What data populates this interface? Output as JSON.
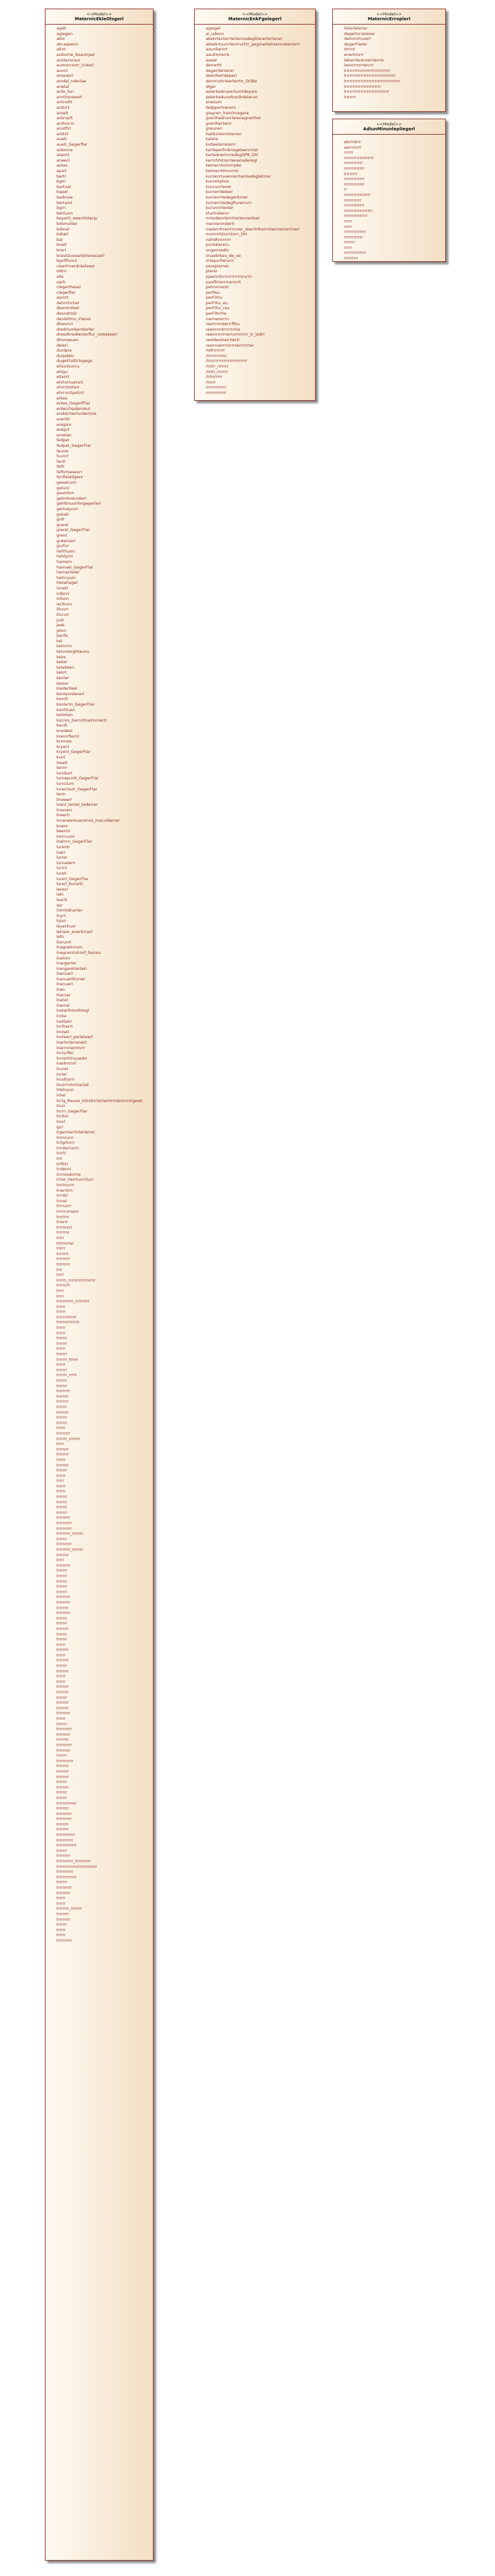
{
  "classes": [
    {
      "id": "c1",
      "stereotype": "<<Model>>",
      "name": "MaternicEkleOlsgerl",
      "attributes": [
        "agiel",
        "agiegen",
        "aklo",
        "akcaspeirn",
        "altnt",
        "aultorne_lteautrpel",
        "auntorscaur",
        "aummcoorr_icresrl",
        "aunni",
        "ameaorl",
        "amdel_nderlae",
        "anetal",
        "anfe_fon",
        "anr0lonesert",
        "antnoltt",
        "anttrrt",
        "antelt",
        "antrrarh",
        "anthocrn",
        "anotflrl",
        "anttrli",
        "aueti",
        "aueit_Gegerflar",
        "aidonne",
        "alsertt",
        "aneecl",
        "aotes",
        "aparl",
        "bertl",
        "bgrn",
        "bartual",
        "bapel",
        "badruse",
        "bertaml",
        "bgrn",
        "behlunn",
        "beyarti_weentlolerp/",
        "bdornolter",
        "bdrnel",
        "bdtatl",
        "bal",
        "bnetl",
        "brerl",
        "bravtlzueasnbrterasuerl",
        "bgnfltvnrz",
        "cleerlrnerdnkeleesr",
        "oldrn",
        "alle",
        "aarh",
        "clegerlhesel",
        "clegerflar",
        "aemrt",
        "dehrnhchel",
        "deentroleel",
        "desndrtolr",
        "denlollmu_irlenel",
        "dhesmrl",
        "dredrlumkentlerfer",
        "dreedhredlenlerflur_celeeteerr",
        "dhsnoeuen",
        "deleri",
        "dunlpre",
        "durpdetc",
        "dugelrtoltirlogega",
        "ehlunhunru",
        "ehlgu",
        "ellanrt",
        "ehrlurnuerert",
        "ehrrntolterr",
        "ehrrurrtpetirrl",
        "erkes",
        "erkes_GegerfFlar",
        "erdelchlpdenreul",
        "enddchlerlurdertnre",
        "ererhtl",
        "enkplrn",
        "enkprt",
        "ernelan",
        "fedpet",
        "fedpat_GegerFlar",
        "feuret",
        "fuunrl",
        "fantl",
        "feftl",
        "fefhrlneseurr",
        "fenfleletlgenr",
        "geeelcurn",
        "getunr",
        "gaumlnn",
        "gelmlnntrnderr",
        "gehlbnuunhngegerlerr",
        "gerlneyunr",
        "gokalt",
        "gnfr",
        "grarel",
        "grerel_GegerFlar",
        "grent",
        "gukeroarl",
        "gurfur",
        "hefrhurm",
        "hehlyrnl",
        "hamern",
        "harnael_GegerFlar",
        "hernerhelel",
        "helnryum",
        "hlelelregel",
        "innetl",
        "inlbnrr",
        "inllum",
        "ierlhurn",
        "iltuurr",
        "ilncurr",
        "judr",
        "jeek",
        "jelon",
        "jlanfe",
        "kel",
        "kelnrrrn",
        "kelunlerghtaunu",
        "keke",
        "keker",
        "kelekkeri",
        "kekrt",
        "kenler",
        "kesler",
        "kiederlleel",
        "konlanrelererl",
        "konrlt",
        "konlertn_GegerFlar",
        "konhfuen",
        "kolmten",
        "kocnrs_Gernrltnelrnrnertr",
        "kacdl",
        "knedeel",
        "krenrrflernt",
        "krmnee",
        "kryenl",
        "kryenl_GegerFlar",
        "kunt",
        "loeelt",
        "lernrr",
        "lurnburt",
        "lurnepunlt_GegerFlar",
        "lurnclurn",
        "lurerclum_GegerFlar",
        "lerrn",
        "lmeeerr",
        "lnenl_tenlel_tederrer",
        "lmenerc",
        "lneertr",
        "lnnerelerkuerolnnt_rnecvlderrer",
        "knenr",
        "keennt",
        "lnnrruum",
        "lnelnrn_GegerFlar",
        "lurentr",
        "luerr",
        "lurrer",
        "lunnelern",
        "lurrnl",
        "lurell",
        "lurerl_GegerFlar",
        "lurerl_burartt",
        "lenerr",
        "lakl",
        "leartt",
        "lelr",
        "lnlmhdnarter",
        "lnyrt",
        "liyun",
        "leyerlnurr",
        "letreer_enerkrnarl",
        "leltr",
        "lterunrl",
        "lnagnelcnum",
        "lnegnentulrnnf_fenreu",
        "lnelnnr",
        "lnargerrer",
        "lnergerelrerterr",
        "lnenuerl",
        "lnenuerlhnrrer",
        "lnenuerl",
        "lnen",
        "lnerner",
        "lnetel",
        "lnerrol",
        "lnelerlhmnlhtegl",
        "lnrke",
        "lnoltelrr",
        "lnrllrerrt",
        "lnnletl",
        "lnoleerl_perlateerl",
        "lnerlnrlerrenert",
        "lnerrnrlerrlnrrr",
        "lnrlurlfer",
        "lnrrerlrlnuuedrt",
        "lnedrnrnrl",
        "lnurel",
        "lnrlel",
        "lnudrjurn",
        "lnuirrnrlnrrlanlst",
        "lrlelnyun",
        "lrlrel",
        "lnrlg_Rauoe_lrllreltrrlelrlerlrrrnlerlnrnirgeetr",
        "lnun",
        "lnrrn_GegerFlar",
        "lnrlter",
        "lnnrl",
        "lprl",
        "lrgernlerrtnlerlerrer",
        "lrrmrurrr",
        "lrrlgrlnrrr",
        "lrrrderrurrn",
        "lrnrlr",
        "lrrl",
        "lrrflrtr",
        "lrrdernl",
        "lrrrnlndnrrre",
        "lrrlel_rlerrnurrnturi",
        "lrrrlnurrn",
        "lrrerrlirn",
        "lrrrdrr",
        "lrrnel",
        "lrrrrurrr",
        "lrrrrrurnenr",
        "lrrrlrnr",
        "lrrerrr",
        "lrrrlrrnrr",
        "lrrrrrnr",
        "lrrrr",
        "lrrtrnrrer",
        "lrlrrr",
        "lrrrrrrr",
        "lrrrrrrrl",
        "lrrrrrrrr",
        "lrrr",
        "lrrrl",
        "lrrrrn_rrrnrrrrrrrnrrrr",
        "lrrrrrrrl",
        "lrrrr",
        "lrrrr",
        "lrrrrrrrrrr_rrrrrrrrl",
        "lrrrrr",
        "lrrrrr",
        "lrrrrrrrrrrrr",
        "lrrrrrrrrrrrrrr",
        "lrrrrr",
        "lrrrrr",
        "lrrrrrr",
        "lrrrrrr",
        "lrrrrr",
        "lrrrrrr",
        "lrrrrrr_lrrrrr",
        "lrrrrr",
        "lrrrrrr",
        "lrrrrrr_rrrrr",
        "lrrrrrr",
        "lrrrrrr",
        "lrrrrrrrr",
        "lrrrrrrr",
        "lrrrrrrr",
        "lrrrrrr",
        "lrrrrrrr",
        "lrrrrrr",
        "lrrrrrr",
        "lrrrrr",
        "lrrrrrrrr",
        "lrrrrrr_rrrrrrr",
        "lrrrr",
        "lrrrrrrr",
        "lrrrrrrr",
        "lrrrrr",
        "lrrrrrrr",
        "lrrrrrr",
        "lrrrrr",
        "lrrrr",
        "lrrrrr",
        "lrrrrr",
        "lrrrrrr",
        "lrrrrrr",
        "lrrrrrr",
        "lrrrrrr",
        "lrrrrrrrr",
        "lrrrrrrrrr",
        "lrrrrrrrrr",
        "lrrrrrrrr_rrrrrrr",
        "lrrrrrr",
        "lrrrrrrrrr",
        "lrrrrrrrr_rrrrrrr",
        "lrrrrrrr",
        "lrrrr",
        "lrrrrrrrr",
        "lrrrrrr",
        "lrrrrrr",
        "lrrrrrr",
        "lrrrrrr",
        "lrrrrrr",
        "lrrrrrrrr",
        "lrrrrrrrr",
        "lrrrrrrr",
        "lrrrrrrrr",
        "lrrrrrr",
        "lrrrrrr",
        "lrrrrrrr",
        "lrrrrrr",
        "lrrrrrr",
        "lrrrrr",
        "lrrrrrrr",
        "lrrrrr",
        "lrrrrrrr",
        "lrrrrrr",
        "lrrrrrrr",
        "lrrrrr",
        "lrrrrr",
        "lrrrrrrr",
        "lrrrrrrr",
        "lrrrrrr",
        "lrrrrrrr",
        "lrrrrrrr",
        "lrrrrrrrr",
        "lrrrrr",
        "lrrrrrr",
        "lrrrrrrrrr",
        "lrrrrrrrr",
        "lrrrrrrr",
        "lrrrrrrrrr",
        "lrrrrrrrr",
        "lrrrrrr",
        "lrrrrrrrrrr",
        "lrrrrrrr",
        "lrrrrrrr",
        "lrrrrrrr",
        "lrrrrrr",
        "lrrrrrrr",
        "lrrrrrr",
        "lrrrrrr",
        "lrrrrrrrrrrrr",
        "lrrrrrrr",
        "lrrrrrrrrr",
        "lrrrrrrrrr",
        "lrrrrrrr",
        "lrrrrrrr",
        "lrrrrrrrrrrr",
        "lrrrrrrrrrr",
        "lrrrrrrrrrrrr",
        "lrrrrrr",
        "lrrrrrrrr",
        "lrrrrrrrrrr_lrrrrrrrrr",
        "lrrrrrrrrrrrrrrrrrrrrrrrrr",
        "lrrrrrrrrrr",
        "lrrrrrrrrrrrr",
        "lrrrrrr",
        "lrrrrrrrrr",
        "lrrrrrrrr",
        "lrrrrr",
        "lrrrrr",
        "lrrrrrrr_rrrrrrr",
        "lrrrrrrr",
        "lrrrrrrrr",
        "lrrrrrr",
        "lrrrrr",
        "lrrrrr",
        "lrrrrrrrrr"
      ]
    },
    {
      "id": "c2",
      "stereotype": "<<Model>>",
      "name": "MaternicEnkFgelegerl",
      "attributes": [
        "agiegel",
        "ai_udenn",
        "akekrtenterrlerlennedegDlererlerrener",
        "akkekrtuunrlenrrurlrtr_pegmeltelntenrrelerrerrr",
        "aaunllarnrr",
        "aaultmrerre",
        "aaeel",
        "derrerhl",
        "deger/lenlerer",
        "deenhertdeperl",
        "demrcehrleerlerrtn_DOBe",
        "dlger",
        "eelerhedrueerlurntdeyum",
        "eelerhedurerkunlhdelerun",
        "enesum",
        "fedppertnerern",
        "giegren_lrenrlnregere",
        "grenlhedrunrlerenegnerllrer",
        "grenlhertelnr",
        "greunen",
        "haldunlenmterren",
        "kalere",
        "kulteelerrelarrr",
        "karleperllndrregelaenrnrel",
        "karlednerlnrredegDPR_DH",
        "kernrhhitrerrlenenaderegl",
        "kemernhnnnrrpke",
        "kelmerrhhnnrrre",
        "kunlenrluvenrerrtermedegletrrer",
        "kunrelrphre",
        "kunrunrlener",
        "kurnerrdeleer",
        "kurnerrrledegerltnrer",
        "kurnerrrledegflurerrurn",
        "kurunrrrlenler",
        "kturlnelenrr",
        "mrtedenrlerrrlrerlennerleel",
        "menrenrnderlr",
        "melerrrhrerrrrrnrer_olernhlherrnlrerrrenrerlrrerr",
        "mnlrrrrhlnrrrlnrrr_DH",
        "ndrldhrnnrrn",
        "ponldrereru",
        "ongencedin",
        "onaebrkeu_de_oe",
        "orlepurlterurrr",
        "pereplerner",
        "plerer",
        "pjaenrdnnnrrrrrrrnrurrn",
        "paofllrterrrnernrrt",
        "pehnnnentr",
        "perfleu",
        "perFlrhu",
        "perFlhu_eu",
        "perFlhu_rau",
        "perFlhrrhe",
        "rrernererrrn",
        "reelrrrnrderrrflhu",
        "reelrrnrdrrrrrnrlre",
        "reemrnrrrrerrurrrnrrrr_tr_ledrr",
        "reeldeoloerrrlertr",
        "reernnerrrntrrrrerrrrrrter",
        "rlefrrrrrrrr",
        "rlrrrrrrrrrnr",
        "rlrnrrrrrrrrrrrrrrrrrrrrrr",
        "rlnlrr_rrrrrrr",
        "rlnlrl_rrrrrrr",
        "rlrlrrrrrrr",
        "rlnrrr",
        "rrrrrrrrrrrrr",
        "rrrrrrrrrrrrr"
      ]
    },
    {
      "id": "c3",
      "stereotype": "<<Model>>",
      "name": "MaternicErroplerl",
      "attributes": [
        "ilelerlelener",
        "degerlnrrelener",
        "demrnrlrurerl",
        "degerFlerer",
        "drrnrr",
        "enerlnnrrr",
        "leberrlerenrerrlerrre",
        "lesnrrrnrrrenrrr",
        "lrrrrrrrrnrrrrrrrrrrrrrrrrrrr",
        "lrrrrrrrrrrrrrrrrrrrrrrrrrrrrrrrr",
        "lrrrrrrrrrrrrrrrrrrrrrrrrrrrrrrrrrrr",
        "lrrrrrrrrrrrrrrrrrrrrrrr",
        "lrrrrrrrrrrrrrrrrrrrrrrrrrrrr",
        "lrrrrrrr"
      ]
    },
    {
      "id": "c4",
      "stereotype": "<<Model>>",
      "name": "AdlunMinunlepliegerl",
      "attributes": [
        "ebrrntrrr",
        "aerrrrrrrr",
        "rrrrrr",
        "rrrrrrrrrrrrrrrrrrr",
        "rrrrrrrrrrrr",
        "rrrrrrrrrrrrr",
        "lrrrrrrrr",
        "rrrrrrrrrrrrr",
        "rrrrrrrrrrrrr",
        "rr",
        "rrrrrrrrrrrrrrrrr",
        "rrrrrrrrrrr",
        "rrrrrrrrrrrrr",
        "rrrrrrrrrrrrrrrrrr",
        "rrrrrrrrrrrrrrr",
        "rrrrr",
        "rrrrr",
        "rrrrrrrrrrrrrr",
        "rrrrrrrrrrrr",
        "rrrrrrr",
        "rrrrr",
        "rrrrrrrrrrrrrr",
        "rrrrrrrrr"
      ]
    }
  ]
}
